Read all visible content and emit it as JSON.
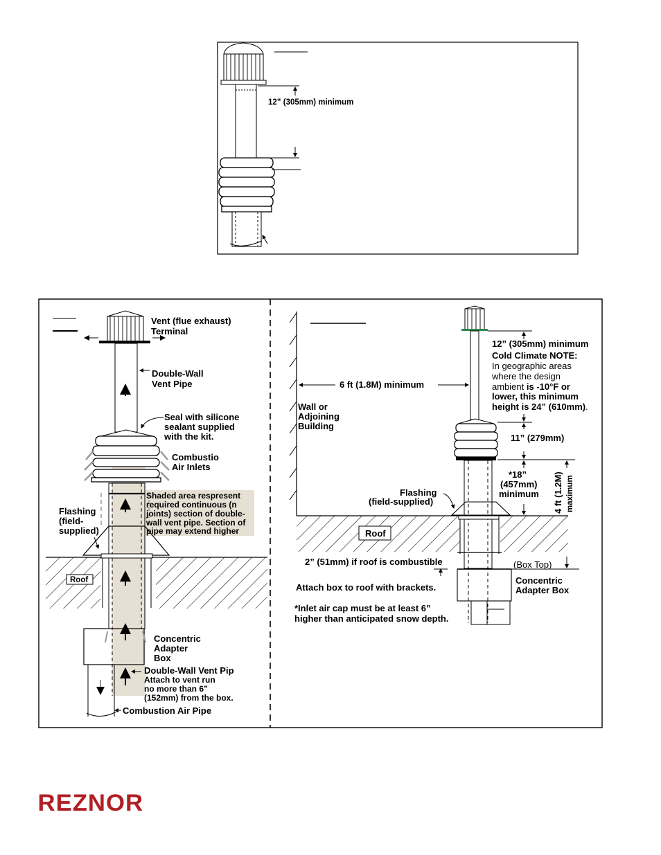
{
  "top_figure": {
    "dim_label": "12” (305mm) minimum"
  },
  "left_panel": {
    "vent_terminal": [
      "Vent (flue exhaust)",
      "Terminal"
    ],
    "double_wall": [
      "Double-Wall",
      "Vent Pipe"
    ],
    "seal": [
      "Seal with silicone",
      "sealant supplied",
      "with the kit."
    ],
    "combustion_inlets": [
      "Combustio",
      "Air Inlets"
    ],
    "shaded_note": [
      "Shaded area respresent",
      "required continuous (n",
      "joints) section of double-",
      "wall vent pipe. Section of",
      "pipe may extend higher"
    ],
    "flashing": [
      "Flashing",
      "(field-",
      "supplied)"
    ],
    "roof": "Roof",
    "adapter_box": [
      "Concentric",
      "Adapter",
      "Box"
    ],
    "dw_pipe": "Double-Wall Vent Pip",
    "attach_note": [
      "Attach to vent run",
      "no more than 6”",
      "(152mm) from the box."
    ],
    "combustion_pipe": "Combustion Air Pipe"
  },
  "right_panel": {
    "wall_dim": "6 ft (1.8M) minimum",
    "wall": [
      "Wall or",
      "Adjoining",
      "Building"
    ],
    "min_12": "12” (305mm) minimum",
    "cold_title": "Cold Climate NOTE:",
    "cold_line1": "In geographic areas",
    "cold_line2": "where the design",
    "cold_line3_a": "ambient ",
    "cold_line3_b": "is -10°F or",
    "cold_line4": "lower, this minimum",
    "cold_line5": "height is 24” (610mm)",
    "cold_line5_end": ".",
    "dim_11": "11” (279mm)",
    "dim_18": [
      "*18”",
      "(457mm)",
      "minimum"
    ],
    "dim_4ft": "4 ft (1.2M)",
    "dim_4ft_max": "maximum",
    "flashing": [
      "Flashing",
      "(field-supplied)"
    ],
    "roof": "Roof",
    "combustible": "2” (51mm) if roof is combustible",
    "box_top": "(Box Top)",
    "attach": "Attach box to roof with brackets.",
    "adapter_box": [
      "Concentric",
      "Adapter  Box"
    ],
    "snow_note": [
      "*Inlet air cap must be at least 6”",
      "higher than anticipated snow depth."
    ]
  },
  "logo": "REZNOR",
  "colors": {
    "logo": "#b01f24",
    "shade": "#e6e0d4",
    "flash_green": "#2f8a4a"
  }
}
